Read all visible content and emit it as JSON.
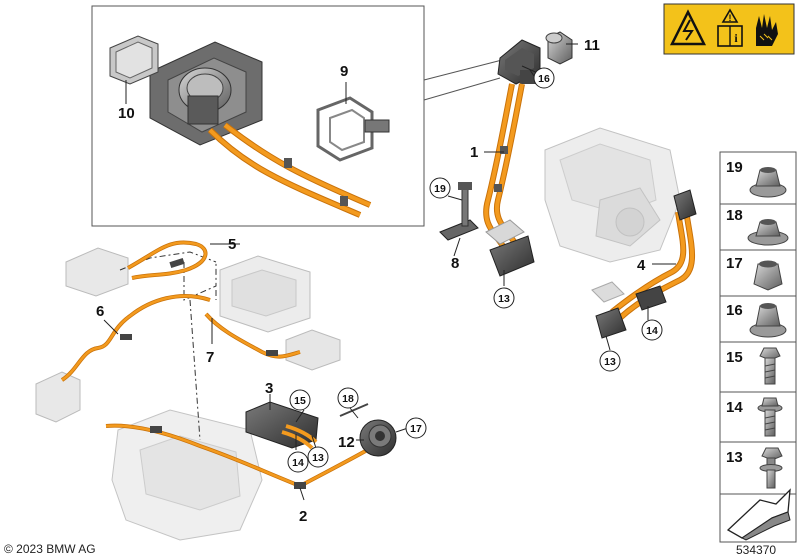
{
  "diagram": {
    "callouts": {
      "c1": "1",
      "c2": "2",
      "c3": "3",
      "c4": "4",
      "c5": "5",
      "c6": "6",
      "c7": "7",
      "c8": "8",
      "c9": "9",
      "c10": "10",
      "c11": "11",
      "c12": "12"
    },
    "circled": {
      "c13a": "13",
      "c13b": "13",
      "c13c": "13",
      "c14a": "14",
      "c14b": "14",
      "c15": "15",
      "c16": "16",
      "c17": "17",
      "c18": "18",
      "c19": "19"
    }
  },
  "sidebar": {
    "items": [
      {
        "label": "19",
        "part": "hex-flange-nut"
      },
      {
        "label": "18",
        "part": "flange-nut-low"
      },
      {
        "label": "17",
        "part": "hex-nut"
      },
      {
        "label": "16",
        "part": "hex-flange-nut-tall"
      },
      {
        "label": "15",
        "part": "hex-bolt-short"
      },
      {
        "label": "14",
        "part": "hex-bolt-washer"
      },
      {
        "label": "13",
        "part": "collar-bolt"
      }
    ]
  },
  "footer": {
    "copyright": "© 2023 BMW AG",
    "diagram_id": "534370"
  },
  "colors": {
    "cable": "#f39a1e",
    "cable_dark": "#c9720a",
    "warning_yellow": "#f3c21a",
    "part_gray": "#8a8a8a",
    "ghost_gray": "#d8d8d8"
  },
  "icons": [
    "high-voltage-warning-icon",
    "manual-info-icon",
    "glove-hand-icon"
  ]
}
